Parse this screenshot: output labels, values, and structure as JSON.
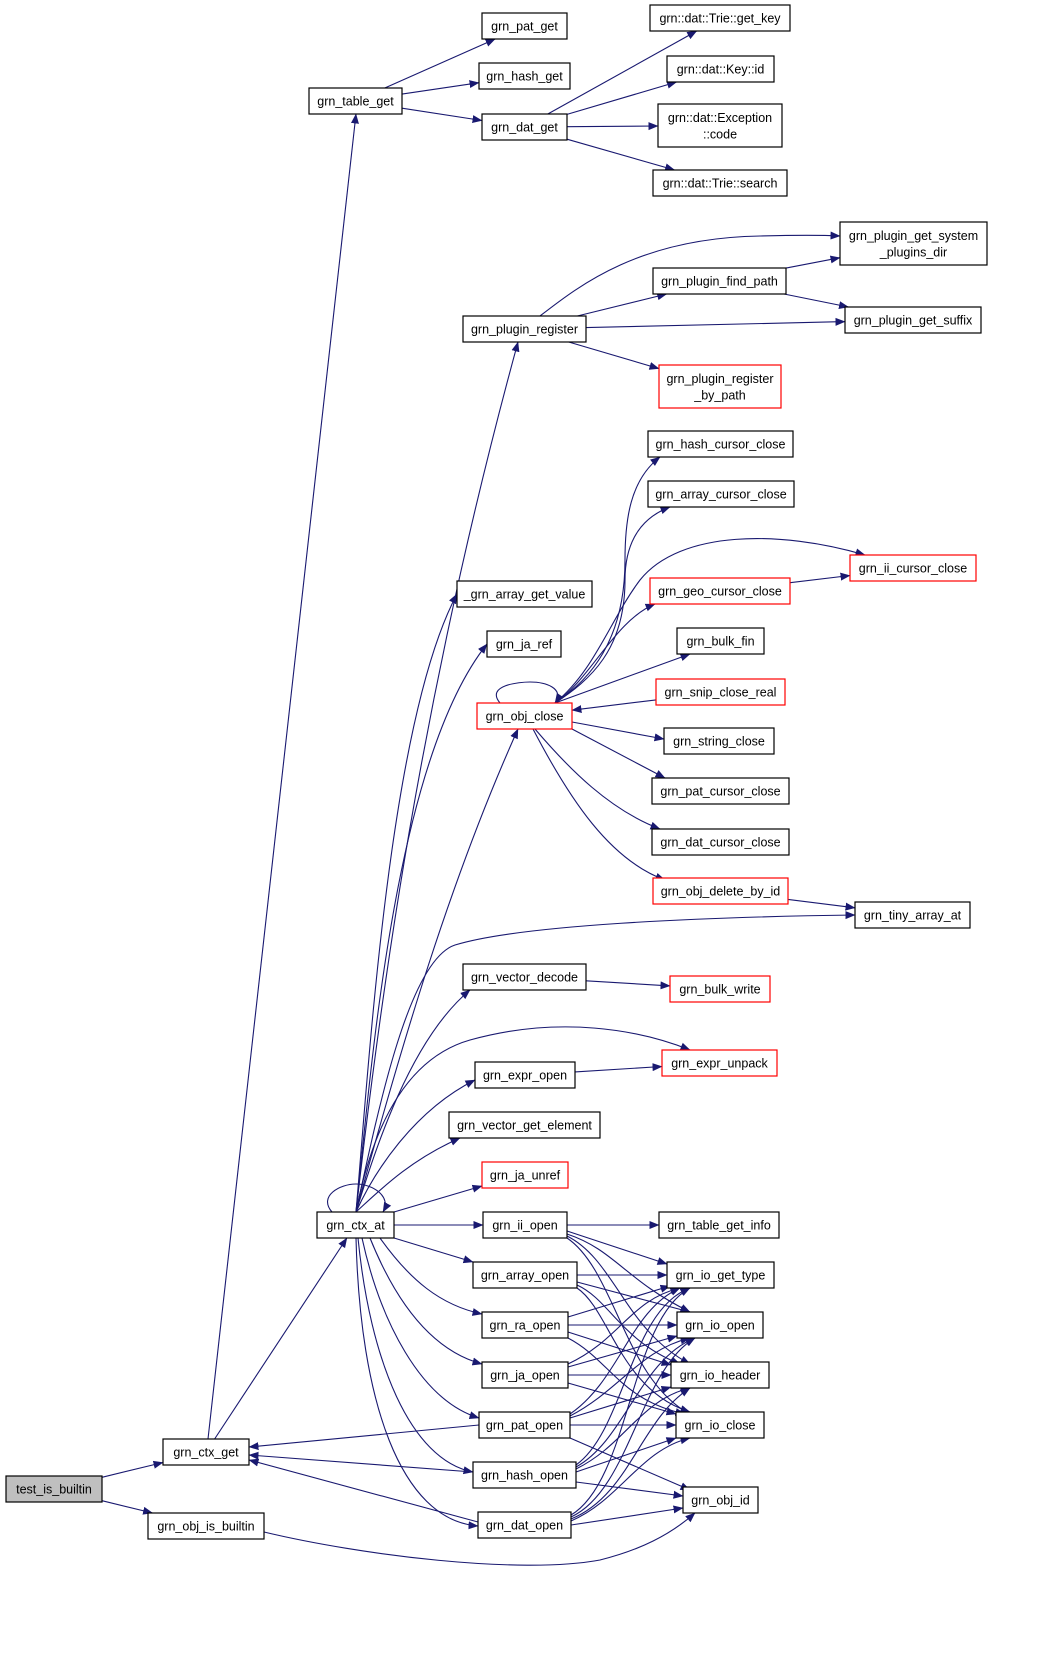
{
  "graph": {
    "edge_color": "#191970",
    "highlight_color": "#ff0000",
    "root_fill": "#bfbfbf",
    "nodes": [
      {
        "id": "test_is_builtin",
        "lines": [
          "test_is_builtin"
        ],
        "root": true
      },
      {
        "id": "grn_ctx_get",
        "lines": [
          "grn_ctx_get"
        ]
      },
      {
        "id": "grn_obj_is_builtin",
        "lines": [
          "grn_obj_is_builtin"
        ]
      },
      {
        "id": "grn_table_get",
        "lines": [
          "grn_table_get"
        ]
      },
      {
        "id": "grn_ctx_at",
        "lines": [
          "grn_ctx_at"
        ]
      },
      {
        "id": "grn_pat_get",
        "lines": [
          "grn_pat_get"
        ]
      },
      {
        "id": "grn_hash_get",
        "lines": [
          "grn_hash_get"
        ]
      },
      {
        "id": "grn_dat_get",
        "lines": [
          "grn_dat_get"
        ]
      },
      {
        "id": "trie_get_key",
        "lines": [
          "grn::dat::Trie::get_key"
        ]
      },
      {
        "id": "key_id",
        "lines": [
          "grn::dat::Key::id"
        ]
      },
      {
        "id": "exception_code",
        "lines": [
          "grn::dat::Exception",
          "::code"
        ]
      },
      {
        "id": "trie_search",
        "lines": [
          "grn::dat::Trie::search"
        ]
      },
      {
        "id": "grn_plugin_register",
        "lines": [
          "grn_plugin_register"
        ]
      },
      {
        "id": "grn_plugin_get_system_plugins_dir",
        "lines": [
          "grn_plugin_get_system",
          "_plugins_dir"
        ]
      },
      {
        "id": "grn_plugin_find_path",
        "lines": [
          "grn_plugin_find_path"
        ]
      },
      {
        "id": "grn_plugin_get_suffix",
        "lines": [
          "grn_plugin_get_suffix"
        ]
      },
      {
        "id": "grn_plugin_register_by_path",
        "lines": [
          "grn_plugin_register",
          "_by_path"
        ],
        "red": true
      },
      {
        "id": "grn_hash_cursor_close",
        "lines": [
          "grn_hash_cursor_close"
        ]
      },
      {
        "id": "grn_array_cursor_close",
        "lines": [
          "grn_array_cursor_close"
        ]
      },
      {
        "id": "grn_ii_cursor_close",
        "lines": [
          "grn_ii_cursor_close"
        ],
        "red": true
      },
      {
        "id": "grn_geo_cursor_close",
        "lines": [
          "grn_geo_cursor_close"
        ],
        "red": true
      },
      {
        "id": "_grn_array_get_value",
        "lines": [
          "_grn_array_get_value"
        ]
      },
      {
        "id": "grn_bulk_fin",
        "lines": [
          "grn_bulk_fin"
        ]
      },
      {
        "id": "grn_ja_ref",
        "lines": [
          "grn_ja_ref"
        ]
      },
      {
        "id": "grn_snip_close_real",
        "lines": [
          "grn_snip_close_real"
        ],
        "red": true
      },
      {
        "id": "grn_obj_close",
        "lines": [
          "grn_obj_close"
        ],
        "red": true
      },
      {
        "id": "grn_string_close",
        "lines": [
          "grn_string_close"
        ]
      },
      {
        "id": "grn_pat_cursor_close",
        "lines": [
          "grn_pat_cursor_close"
        ]
      },
      {
        "id": "grn_dat_cursor_close",
        "lines": [
          "grn_dat_cursor_close"
        ]
      },
      {
        "id": "grn_obj_delete_by_id",
        "lines": [
          "grn_obj_delete_by_id"
        ],
        "red": true
      },
      {
        "id": "grn_tiny_array_at",
        "lines": [
          "grn_tiny_array_at"
        ]
      },
      {
        "id": "grn_vector_decode",
        "lines": [
          "grn_vector_decode"
        ]
      },
      {
        "id": "grn_bulk_write",
        "lines": [
          "grn_bulk_write"
        ],
        "red": true
      },
      {
        "id": "grn_expr_unpack",
        "lines": [
          "grn_expr_unpack"
        ],
        "red": true
      },
      {
        "id": "grn_expr_open",
        "lines": [
          "grn_expr_open"
        ]
      },
      {
        "id": "grn_vector_get_element",
        "lines": [
          "grn_vector_get_element"
        ]
      },
      {
        "id": "grn_ja_unref",
        "lines": [
          "grn_ja_unref"
        ],
        "red": true
      },
      {
        "id": "grn_ii_open",
        "lines": [
          "grn_ii_open"
        ]
      },
      {
        "id": "grn_table_get_info",
        "lines": [
          "grn_table_get_info"
        ]
      },
      {
        "id": "grn_array_open",
        "lines": [
          "grn_array_open"
        ]
      },
      {
        "id": "grn_io_get_type",
        "lines": [
          "grn_io_get_type"
        ]
      },
      {
        "id": "grn_ra_open",
        "lines": [
          "grn_ra_open"
        ]
      },
      {
        "id": "grn_io_open",
        "lines": [
          "grn_io_open"
        ]
      },
      {
        "id": "grn_ja_open",
        "lines": [
          "grn_ja_open"
        ]
      },
      {
        "id": "grn_io_header",
        "lines": [
          "grn_io_header"
        ]
      },
      {
        "id": "grn_pat_open",
        "lines": [
          "grn_pat_open"
        ]
      },
      {
        "id": "grn_io_close",
        "lines": [
          "grn_io_close"
        ]
      },
      {
        "id": "grn_hash_open",
        "lines": [
          "grn_hash_open"
        ]
      },
      {
        "id": "grn_obj_id",
        "lines": [
          "grn_obj_id"
        ]
      },
      {
        "id": "grn_dat_open",
        "lines": [
          "grn_dat_open"
        ]
      }
    ],
    "edges": [
      [
        "test_is_builtin",
        "grn_ctx_get"
      ],
      [
        "test_is_builtin",
        "grn_obj_is_builtin"
      ],
      [
        "grn_ctx_get",
        "grn_table_get"
      ],
      [
        "grn_ctx_get",
        "grn_ctx_at"
      ],
      [
        "grn_obj_is_builtin",
        "grn_obj_id"
      ],
      [
        "grn_table_get",
        "grn_pat_get"
      ],
      [
        "grn_table_get",
        "grn_hash_get"
      ],
      [
        "grn_table_get",
        "grn_dat_get"
      ],
      [
        "grn_dat_get",
        "trie_get_key"
      ],
      [
        "grn_dat_get",
        "key_id"
      ],
      [
        "grn_dat_get",
        "exception_code"
      ],
      [
        "grn_dat_get",
        "trie_search"
      ],
      [
        "grn_ctx_at",
        "grn_ctx_at"
      ],
      [
        "grn_ctx_at",
        "grn_plugin_register"
      ],
      [
        "grn_ctx_at",
        "_grn_array_get_value"
      ],
      [
        "grn_ctx_at",
        "grn_ja_ref"
      ],
      [
        "grn_ctx_at",
        "grn_obj_close"
      ],
      [
        "grn_ctx_at",
        "grn_tiny_array_at"
      ],
      [
        "grn_ctx_at",
        "grn_vector_decode"
      ],
      [
        "grn_ctx_at",
        "grn_expr_unpack"
      ],
      [
        "grn_ctx_at",
        "grn_expr_open"
      ],
      [
        "grn_ctx_at",
        "grn_vector_get_element"
      ],
      [
        "grn_ctx_at",
        "grn_ja_unref"
      ],
      [
        "grn_ctx_at",
        "grn_ii_open"
      ],
      [
        "grn_ctx_at",
        "grn_array_open"
      ],
      [
        "grn_ctx_at",
        "grn_ra_open"
      ],
      [
        "grn_ctx_at",
        "grn_ja_open"
      ],
      [
        "grn_ctx_at",
        "grn_pat_open"
      ],
      [
        "grn_ctx_at",
        "grn_hash_open"
      ],
      [
        "grn_ctx_at",
        "grn_dat_open"
      ],
      [
        "grn_plugin_register",
        "grn_plugin_get_system_plugins_dir"
      ],
      [
        "grn_plugin_register",
        "grn_plugin_find_path"
      ],
      [
        "grn_plugin_register",
        "grn_plugin_get_suffix"
      ],
      [
        "grn_plugin_register",
        "grn_plugin_register_by_path"
      ],
      [
        "grn_plugin_find_path",
        "grn_plugin_get_system_plugins_dir"
      ],
      [
        "grn_plugin_find_path",
        "grn_plugin_get_suffix"
      ],
      [
        "grn_obj_close",
        "grn_obj_close"
      ],
      [
        "grn_obj_close",
        "grn_hash_cursor_close"
      ],
      [
        "grn_obj_close",
        "grn_array_cursor_close"
      ],
      [
        "grn_obj_close",
        "grn_ii_cursor_close"
      ],
      [
        "grn_obj_close",
        "grn_geo_cursor_close"
      ],
      [
        "grn_obj_close",
        "grn_bulk_fin"
      ],
      [
        "grn_obj_close",
        "grn_string_close"
      ],
      [
        "grn_obj_close",
        "grn_pat_cursor_close"
      ],
      [
        "grn_obj_close",
        "grn_dat_cursor_close"
      ],
      [
        "grn_obj_close",
        "grn_obj_delete_by_id"
      ],
      [
        "grn_geo_cursor_close",
        "grn_ii_cursor_close"
      ],
      [
        "grn_snip_close_real",
        "grn_obj_close"
      ],
      [
        "grn_obj_delete_by_id",
        "grn_tiny_array_at"
      ],
      [
        "grn_vector_decode",
        "grn_bulk_write"
      ],
      [
        "grn_expr_open",
        "grn_expr_unpack"
      ],
      [
        "grn_ii_open",
        "grn_table_get_info"
      ],
      [
        "grn_ii_open",
        "grn_io_get_type"
      ],
      [
        "grn_ii_open",
        "grn_io_open"
      ],
      [
        "grn_ii_open",
        "grn_io_header"
      ],
      [
        "grn_ii_open",
        "grn_io_close"
      ],
      [
        "grn_array_open",
        "grn_io_get_type"
      ],
      [
        "grn_array_open",
        "grn_io_open"
      ],
      [
        "grn_array_open",
        "grn_io_header"
      ],
      [
        "grn_array_open",
        "grn_io_close"
      ],
      [
        "grn_ra_open",
        "grn_io_get_type"
      ],
      [
        "grn_ra_open",
        "grn_io_open"
      ],
      [
        "grn_ra_open",
        "grn_io_header"
      ],
      [
        "grn_ra_open",
        "grn_io_close"
      ],
      [
        "grn_ja_open",
        "grn_io_get_type"
      ],
      [
        "grn_ja_open",
        "grn_io_open"
      ],
      [
        "grn_ja_open",
        "grn_io_header"
      ],
      [
        "grn_ja_open",
        "grn_io_close"
      ],
      [
        "grn_pat_open",
        "grn_ctx_get"
      ],
      [
        "grn_pat_open",
        "grn_io_get_type"
      ],
      [
        "grn_pat_open",
        "grn_io_open"
      ],
      [
        "grn_pat_open",
        "grn_io_header"
      ],
      [
        "grn_pat_open",
        "grn_io_close"
      ],
      [
        "grn_pat_open",
        "grn_obj_id"
      ],
      [
        "grn_hash_open",
        "grn_ctx_get"
      ],
      [
        "grn_hash_open",
        "grn_io_get_type"
      ],
      [
        "grn_hash_open",
        "grn_io_open"
      ],
      [
        "grn_hash_open",
        "grn_io_header"
      ],
      [
        "grn_hash_open",
        "grn_io_close"
      ],
      [
        "grn_hash_open",
        "grn_obj_id"
      ],
      [
        "grn_dat_open",
        "grn_ctx_get"
      ],
      [
        "grn_dat_open",
        "grn_io_get_type"
      ],
      [
        "grn_dat_open",
        "grn_io_open"
      ],
      [
        "grn_dat_open",
        "grn_io_header"
      ],
      [
        "grn_dat_open",
        "grn_io_close"
      ],
      [
        "grn_dat_open",
        "grn_obj_id"
      ]
    ]
  }
}
